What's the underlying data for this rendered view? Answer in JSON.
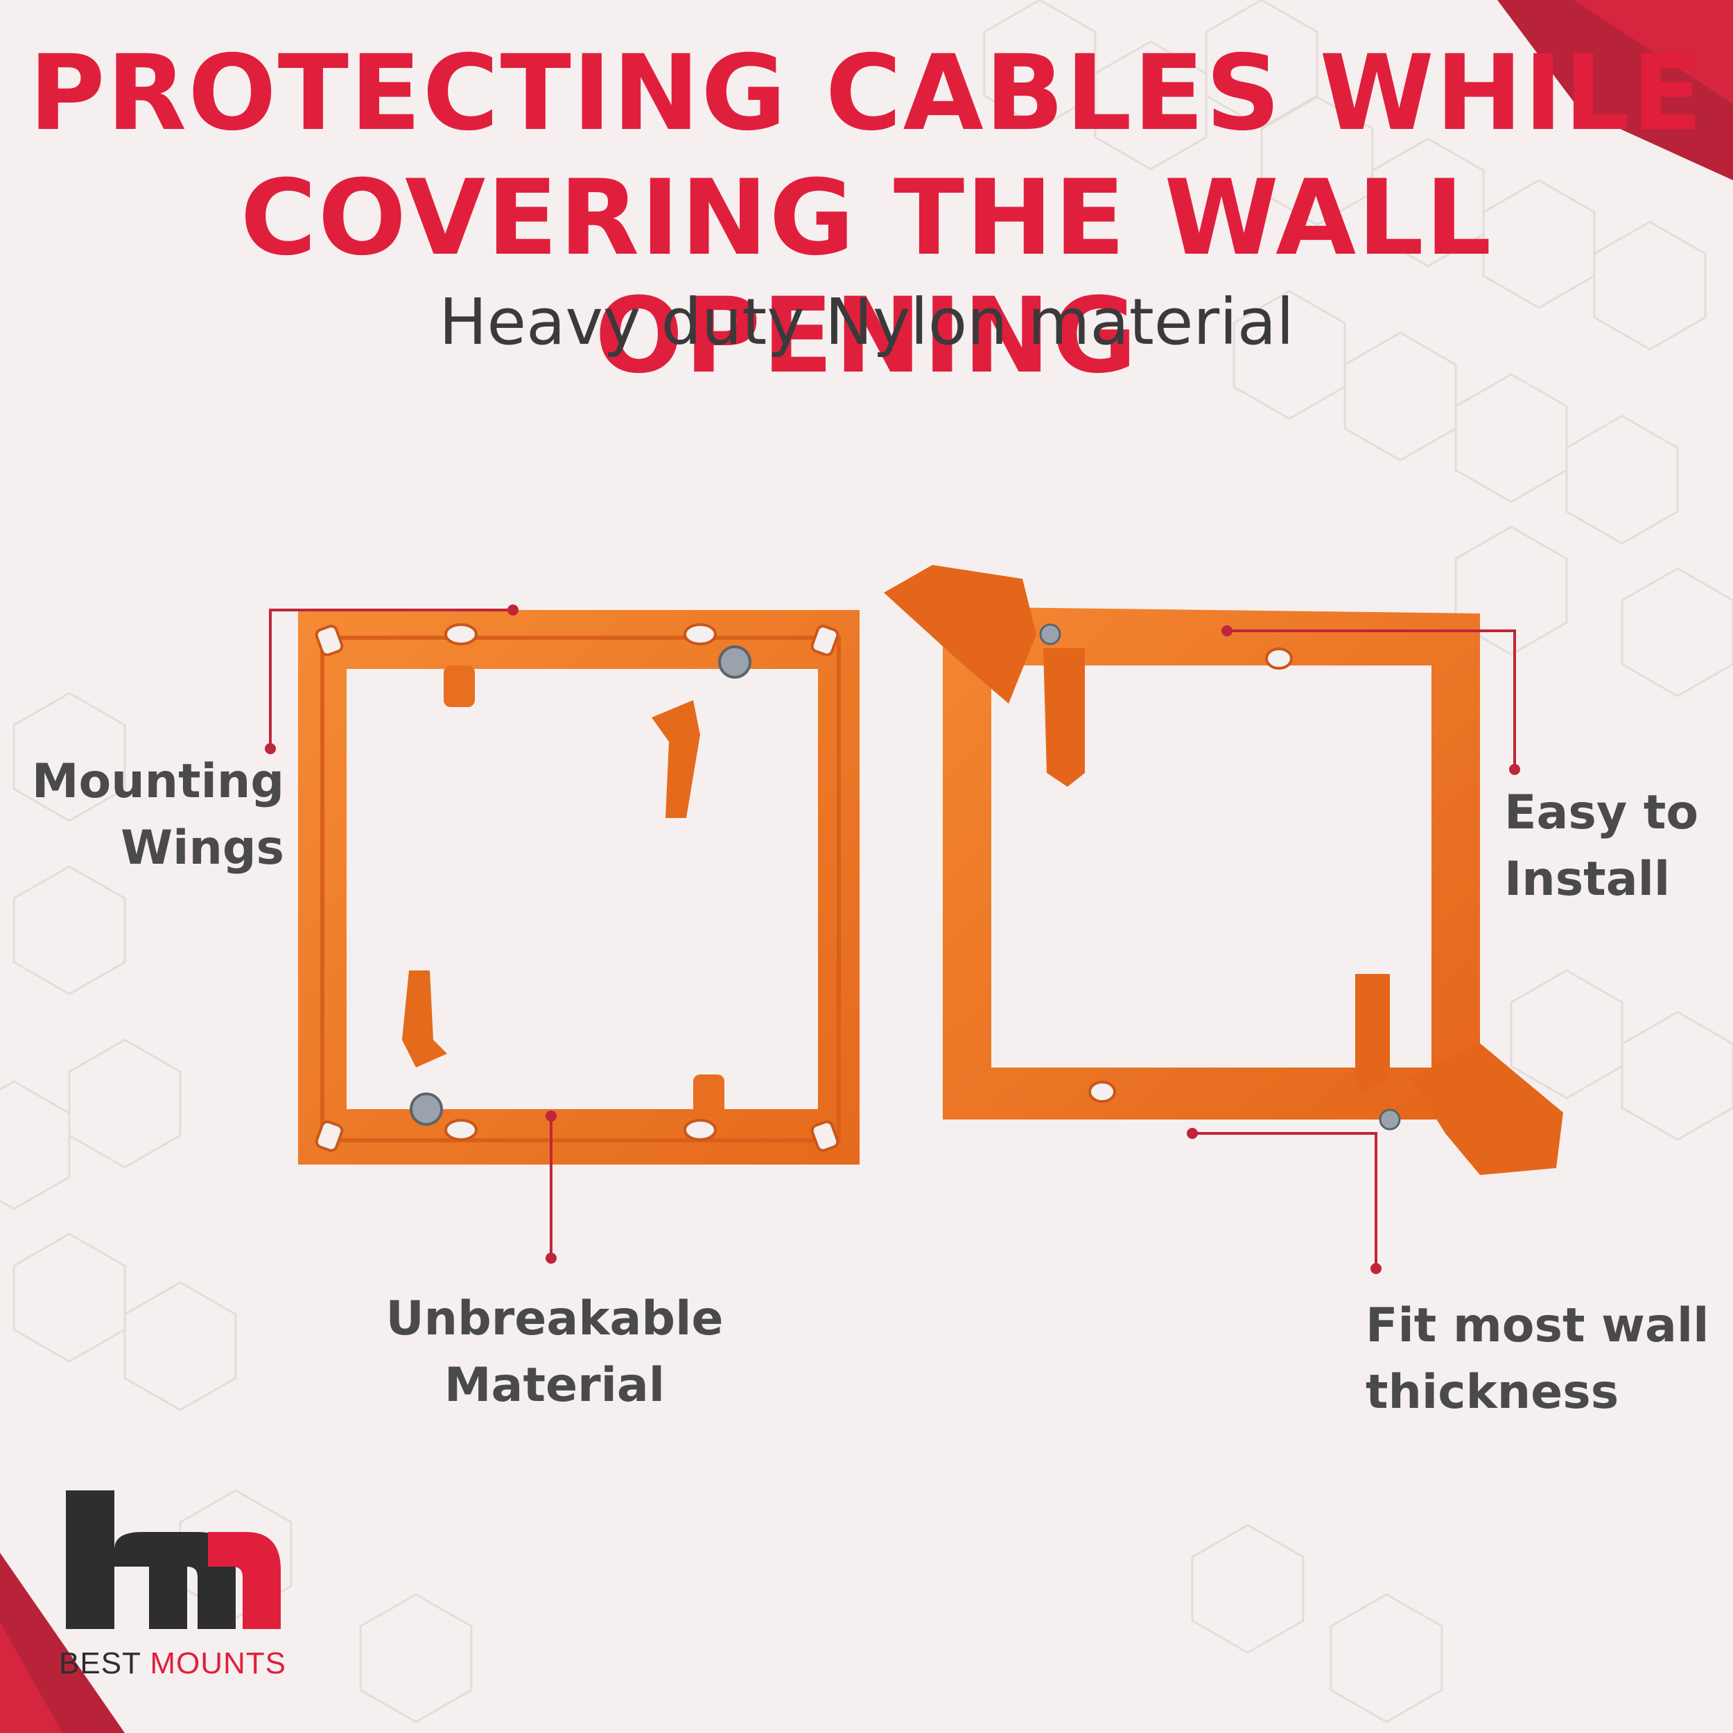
{
  "headline": {
    "line1": "PROTECTING CABLES WHILE",
    "line2": "COVERING THE WALL OPENING"
  },
  "subtitle": "Heavy duty Nylon material",
  "callouts": {
    "mounting_wings": [
      "Mounting",
      "Wings"
    ],
    "unbreakable": [
      "Unbreakable",
      "Material"
    ],
    "easy_install": [
      "Easy to",
      "Install"
    ],
    "fit_wall": [
      "Fit most wall",
      "thickness"
    ]
  },
  "brand": {
    "word1": "BEST",
    "word2": "MOUNTS"
  },
  "colors": {
    "accent": "#e01f3d",
    "text_dark": "#4a4a4c",
    "product_orange": "#f07a2a",
    "background": "#f5f0ef"
  }
}
